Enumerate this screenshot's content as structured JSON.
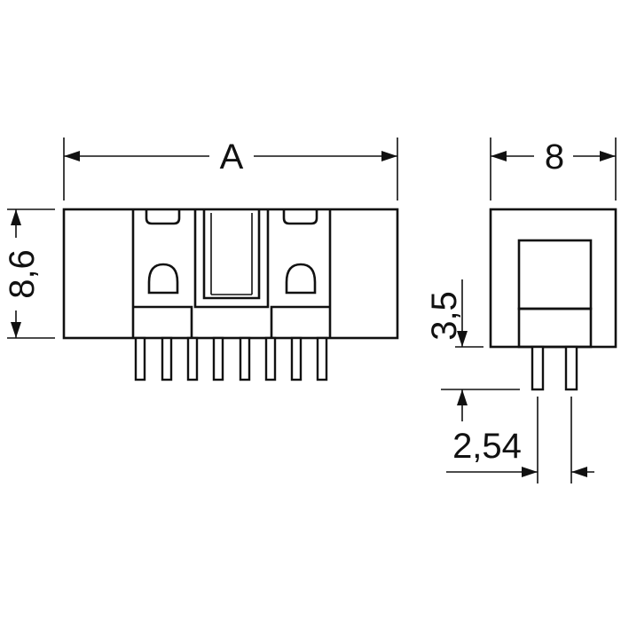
{
  "drawing": {
    "front_view": {
      "width_label": "A",
      "height_label": "8,6"
    },
    "side_view": {
      "width_label": "8",
      "pin_length_label": "3,5",
      "pin_pitch_label": "2,54"
    }
  }
}
